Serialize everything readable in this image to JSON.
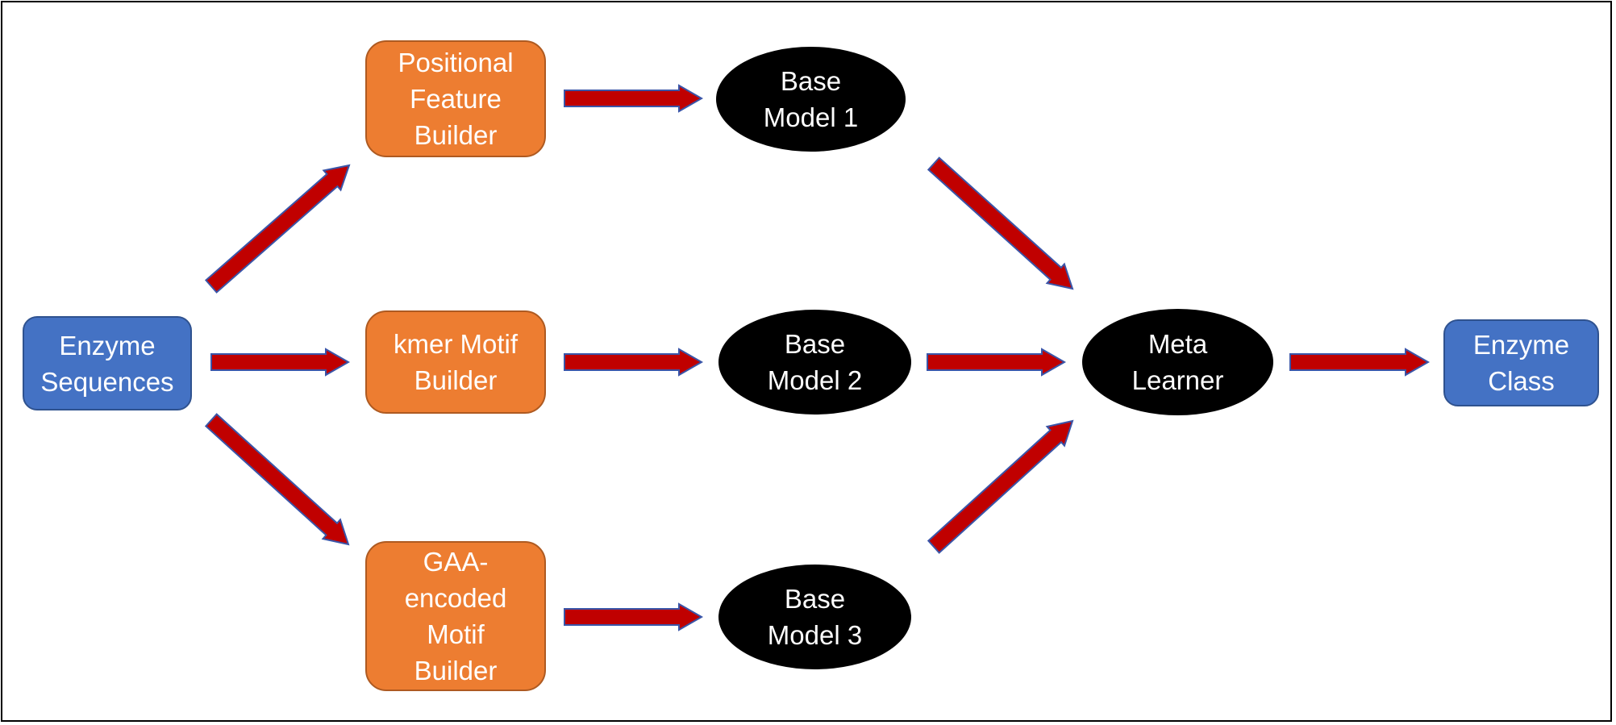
{
  "nodes": {
    "enzyme_sequences": "Enzyme\nSequences",
    "positional_feature_builder": "Positional\nFeature\nBuilder",
    "kmer_motif_builder": "kmer Motif\nBuilder",
    "gaa_motif_builder": "GAA-\nencoded\nMotif\nBuilder",
    "base_model_1": "Base\nModel 1",
    "base_model_2": "Base\nModel 2",
    "base_model_3": "Base\nModel 3",
    "meta_learner": "Meta\nLearner",
    "enzyme_class": "Enzyme\nClass"
  },
  "colors": {
    "input_output_fill": "#4472c4",
    "feature_builder_fill": "#ed7d31",
    "model_fill": "#000000",
    "arrow_fill": "#c00000",
    "arrow_outline": "#3a55a8"
  },
  "edges": [
    {
      "from": "enzyme_sequences",
      "to": "positional_feature_builder"
    },
    {
      "from": "enzyme_sequences",
      "to": "kmer_motif_builder"
    },
    {
      "from": "enzyme_sequences",
      "to": "gaa_motif_builder"
    },
    {
      "from": "positional_feature_builder",
      "to": "base_model_1"
    },
    {
      "from": "kmer_motif_builder",
      "to": "base_model_2"
    },
    {
      "from": "gaa_motif_builder",
      "to": "base_model_3"
    },
    {
      "from": "base_model_1",
      "to": "meta_learner"
    },
    {
      "from": "base_model_2",
      "to": "meta_learner"
    },
    {
      "from": "base_model_3",
      "to": "meta_learner"
    },
    {
      "from": "meta_learner",
      "to": "enzyme_class"
    }
  ]
}
